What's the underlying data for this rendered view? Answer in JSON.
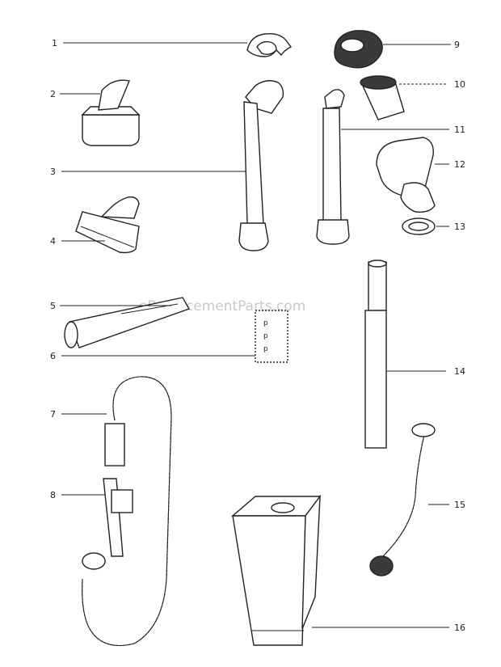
{
  "watermark": "eReplacementParts.com",
  "labels": {
    "p1": "1",
    "p2": "2",
    "p3": "3",
    "p4": "4",
    "p5": "5",
    "p6": "6",
    "p7": "7",
    "p8": "8",
    "p9": "9",
    "p10": "10",
    "p11": "11",
    "p12": "12",
    "p13": "13",
    "p14": "14",
    "p15": "15",
    "p16": "16"
  }
}
